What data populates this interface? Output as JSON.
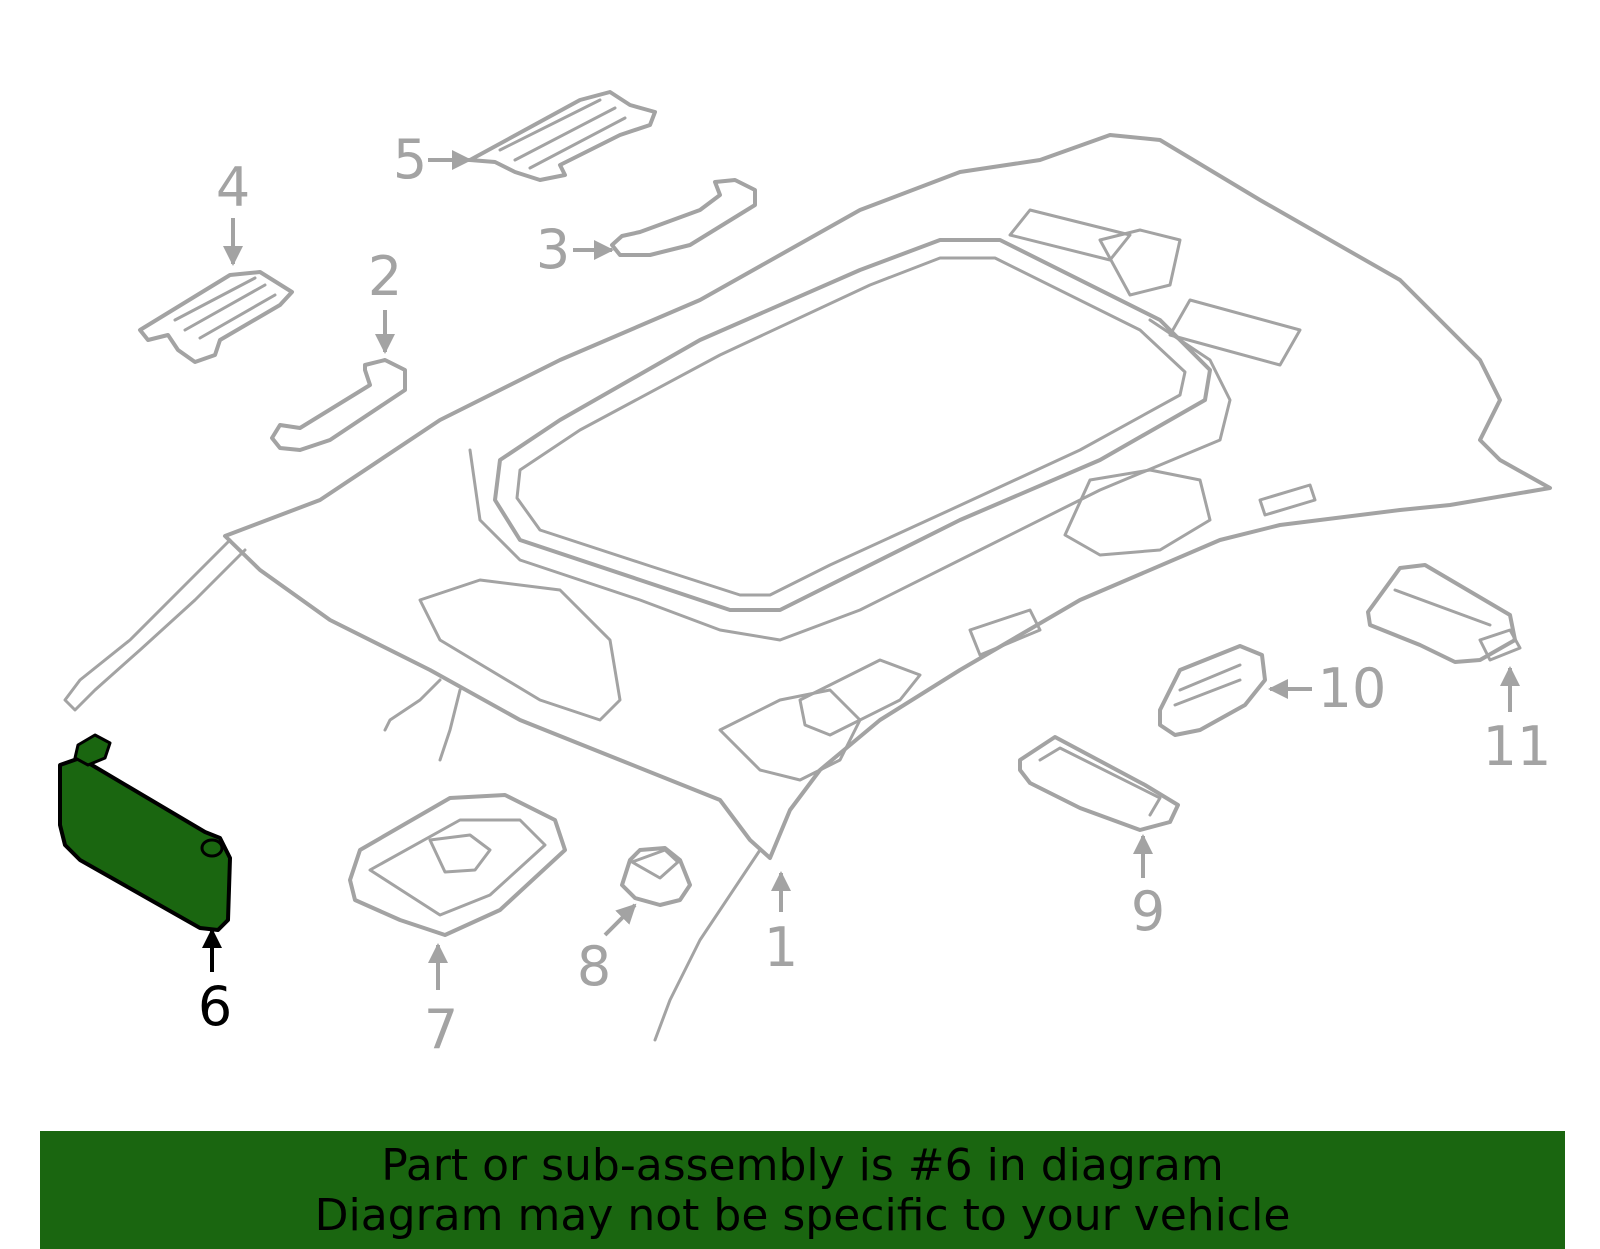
{
  "diagram": {
    "highlighted_part": "6",
    "highlight_color": "#1a6610",
    "part_outline_color": "#a3a3a3",
    "callouts": [
      {
        "id": "c1",
        "label": "1"
      },
      {
        "id": "c2",
        "label": "2"
      },
      {
        "id": "c3",
        "label": "3"
      },
      {
        "id": "c4",
        "label": "4"
      },
      {
        "id": "c5",
        "label": "5"
      },
      {
        "id": "c6",
        "label": "6"
      },
      {
        "id": "c7",
        "label": "7"
      },
      {
        "id": "c8",
        "label": "8"
      },
      {
        "id": "c9",
        "label": "9"
      },
      {
        "id": "c10",
        "label": "10"
      },
      {
        "id": "c11",
        "label": "11"
      }
    ]
  },
  "banner": {
    "line1": "Part or sub-assembly is #6 in diagram",
    "line2": "Diagram may not be specific to your vehicle",
    "background": "#1a6610"
  }
}
